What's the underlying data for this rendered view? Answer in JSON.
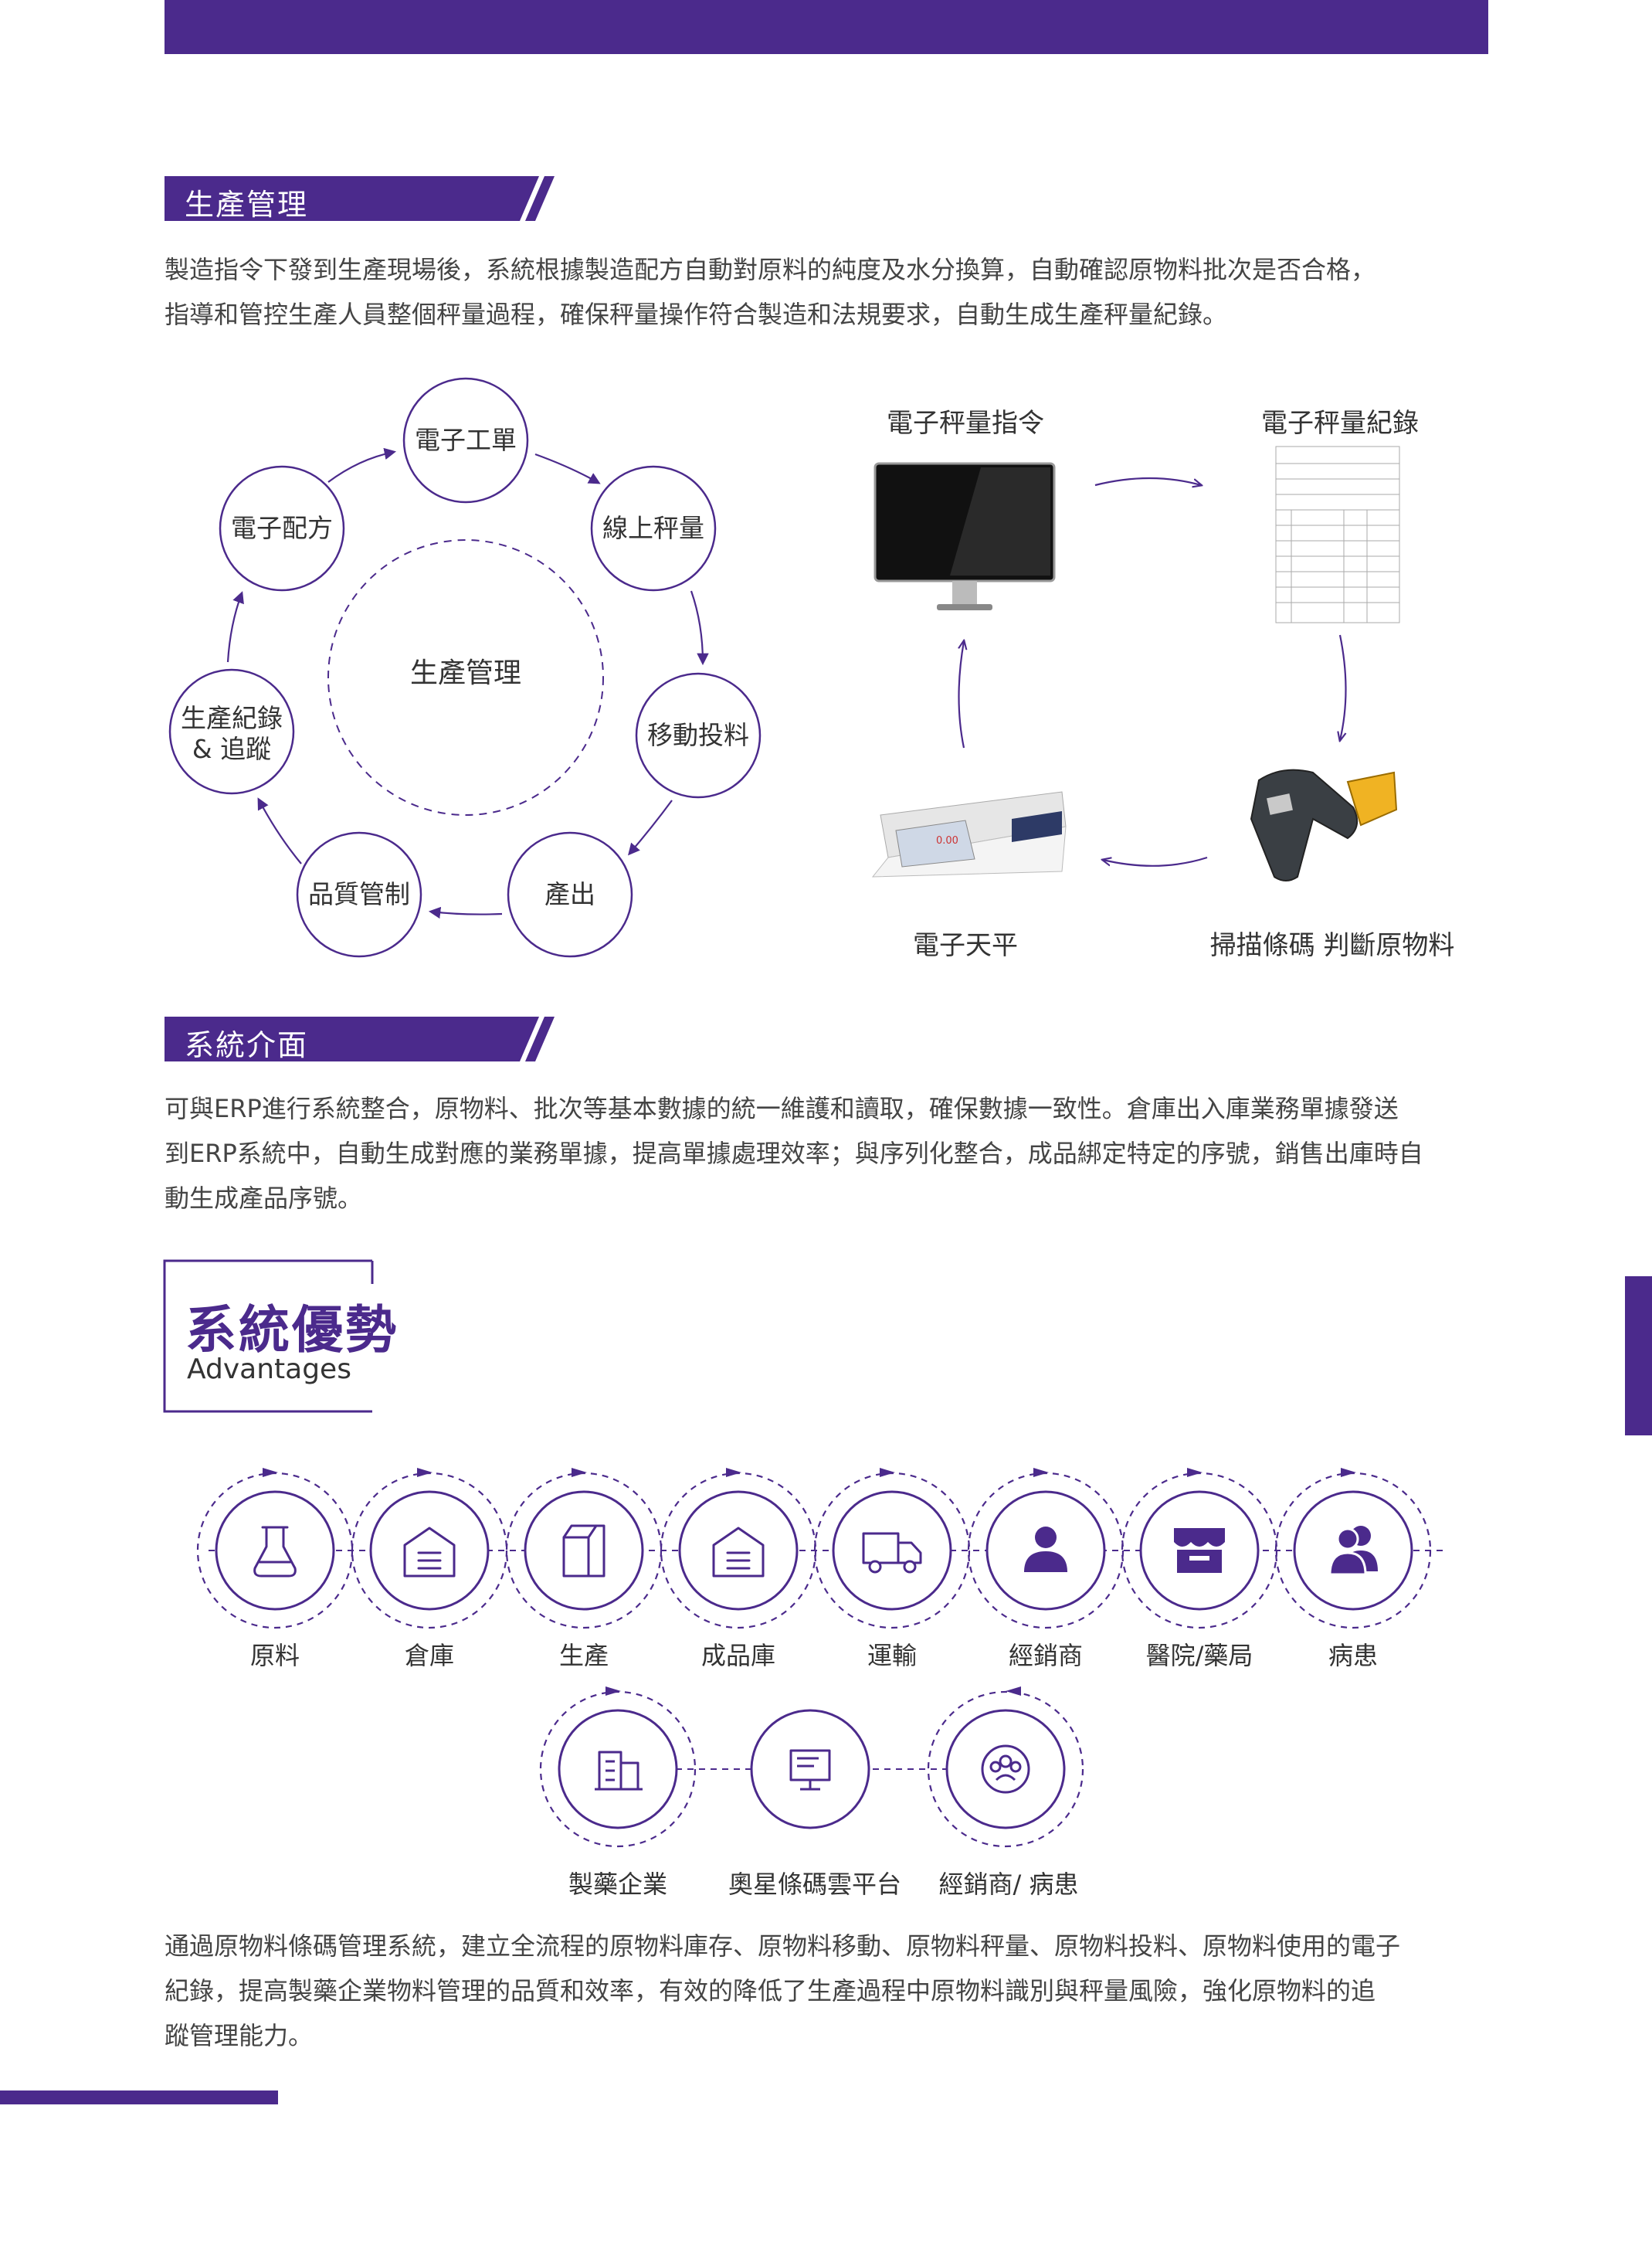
{
  "section1": {
    "title": "生產管理",
    "para_line1": "製造指令下發到生產現場後，系統根據製造配方自動對原料的純度及水分換算，自動確認原物料批次是否合格，",
    "para_line2": "指導和管控生產人員整個秤量過程，確保秤量操作符合製造和法規要求，自動生成生產秤量紀錄。"
  },
  "cycle": {
    "center": "生產管理",
    "nodes": [
      "電子工單",
      "線上秤量",
      "移動投料",
      "產出",
      "品質管制",
      "生產紀錄\n& 追蹤",
      "電子配方"
    ]
  },
  "flow": {
    "labels": [
      "電子秤量指令",
      "電子秤量紀錄",
      "電子天平",
      "掃描條碼 判斷原物料"
    ],
    "scale_readout": "0.00"
  },
  "section2": {
    "title": "系統介面",
    "para_line1": "可與ERP進行系統整合，原物料、批次等基本數據的統一維護和讀取，確保數據一致性。倉庫出入庫業務單據發送",
    "para_line2": "到ERP系統中，自動生成對應的業務單據，提高單據處理效率；與序列化整合，成品綁定特定的序號，銷售出庫時自",
    "para_line3": "動生成產品序號。"
  },
  "advantages": {
    "title_zh": "系統優勢",
    "title_en": "Advantages",
    "row1": [
      {
        "label": "原料",
        "icon": "flask-icon"
      },
      {
        "label": "倉庫",
        "icon": "warehouse-icon"
      },
      {
        "label": "生產",
        "icon": "box-icon"
      },
      {
        "label": "成品庫",
        "icon": "warehouse-icon"
      },
      {
        "label": "運輸",
        "icon": "truck-icon"
      },
      {
        "label": "經銷商",
        "icon": "person-icon"
      },
      {
        "label": "醫院/藥局",
        "icon": "store-icon"
      },
      {
        "label": "病患",
        "icon": "people-icon"
      }
    ],
    "row2": [
      {
        "label": "製藥企業",
        "icon": "building-icon"
      },
      {
        "label": "奧星條碼雲平台",
        "icon": "monitor-icon"
      },
      {
        "label": "經銷商/ 病患",
        "icon": "group-icon"
      }
    ],
    "para_line1": "通過原物料條碼管理系統，建立全流程的原物料庫存、原物料移動、原物料秤量、原物料投料、原物料使用的電子",
    "para_line2": "紀錄，提高製藥企業物料管理的品質和效率，有效的降低了生產過程中原物料識別與秤量風險，強化原物料的追",
    "para_line3": "蹤管理能力。"
  },
  "colors": {
    "brand": "#4b2a8c",
    "text": "#444444"
  }
}
